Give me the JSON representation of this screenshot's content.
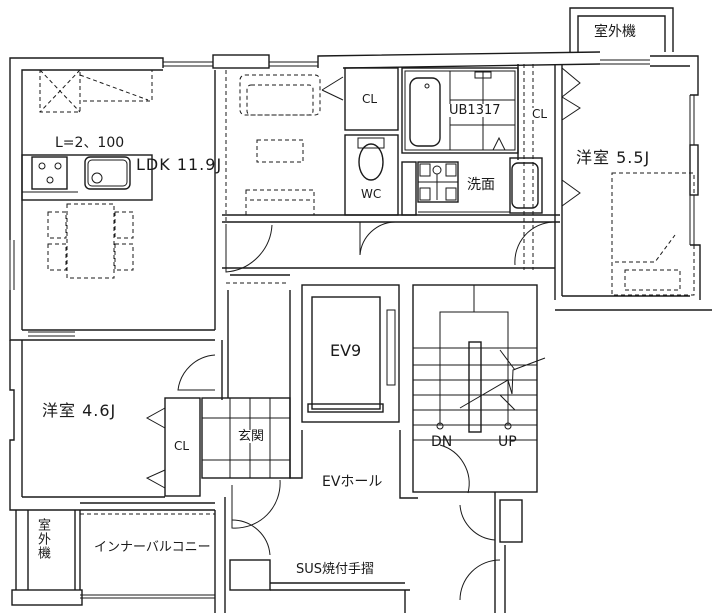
{
  "plan": {
    "rooms": {
      "ldk": {
        "label": "LDK 11.9J"
      },
      "kitchen_length": {
        "label": "L=2、100"
      },
      "western_room_5_5": {
        "label": "洋室 5.5J"
      },
      "western_room_4_6": {
        "label": "洋室 4.6J"
      },
      "unit_bath": {
        "label": "UB1317"
      },
      "washroom": {
        "label": "洗面"
      },
      "toilet": {
        "label": "WC"
      },
      "closet_top": {
        "label": "CL"
      },
      "closet_right": {
        "label": "CL"
      },
      "closet_lower": {
        "label": "CL"
      },
      "entrance": {
        "label": "玄関"
      },
      "elevator": {
        "label": "EV9"
      },
      "elevator_hall": {
        "label": "EVホール"
      },
      "stair_down": {
        "label": "DN"
      },
      "stair_up": {
        "label": "UP"
      },
      "ac_unit_top": {
        "label": "室外機"
      },
      "ac_unit_bottom": {
        "label": "室外機"
      },
      "inner_balcony": {
        "label": "インナーバルコニー"
      },
      "handrail": {
        "label": "SUS焼付手摺"
      }
    },
    "colors": {
      "line": "#1a1a1a",
      "background": "#ffffff"
    }
  }
}
